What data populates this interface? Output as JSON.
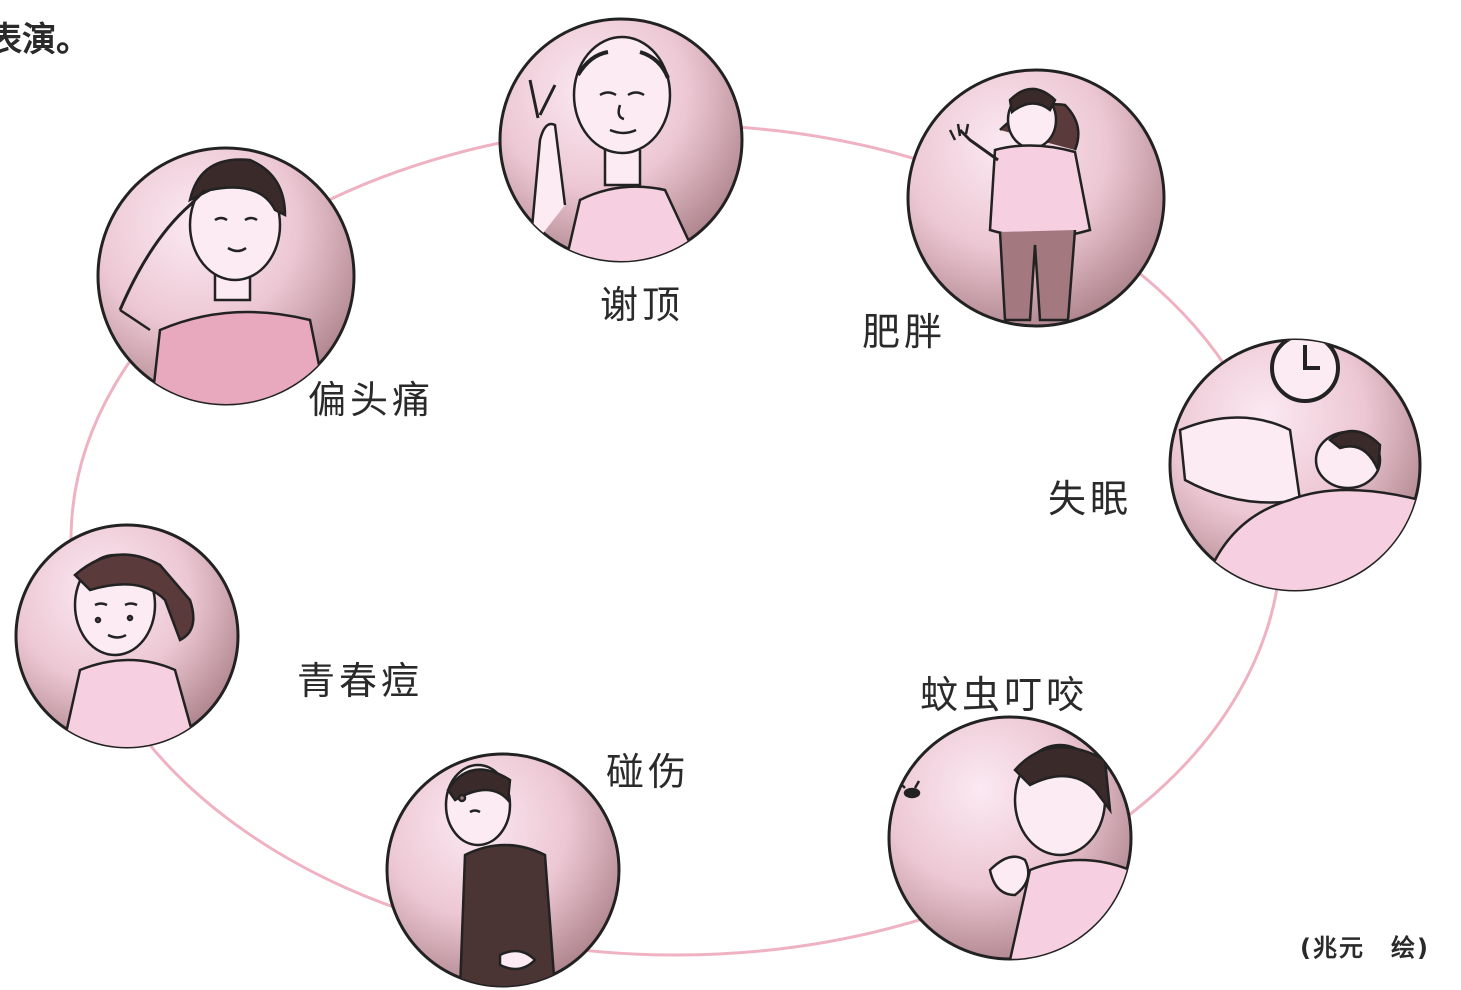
{
  "header_fragment": "表演。",
  "credit": "(兆元　绘)",
  "labels": {
    "baldness": "谢顶",
    "obesity": "肥胖",
    "migraine": "偏头痛",
    "insomnia": "失眠",
    "acne": "青春痘",
    "insect_bite": "蚊虫叮咬",
    "bruise": "碰伤"
  },
  "colors": {
    "ring": "#efb2c2",
    "disc_light": "#fbe9f2",
    "disc_dark": "#a3787f",
    "outline": "#222222",
    "text": "#2a2a2a"
  },
  "icons": {
    "baldness": "bald-man-pointing-icon",
    "obesity": "overweight-woman-waving-icon",
    "migraine": "woman-holding-head-icon",
    "insomnia": "person-in-bed-with-clock-icon",
    "acne": "girl-with-ponytail-icon",
    "insect_bite": "man-with-mosquito-icon",
    "bruise": "bruised-man-icon"
  }
}
